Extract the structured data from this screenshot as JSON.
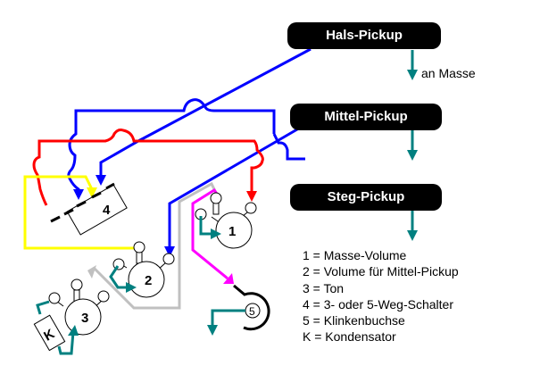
{
  "pickups": [
    {
      "id": "hals",
      "label": "Hals-Pickup"
    },
    {
      "id": "mittel",
      "label": "Mittel-Pickup"
    },
    {
      "id": "steg",
      "label": "Steg-Pickup"
    }
  ],
  "ground_note": "an Masse",
  "components": {
    "pot1": "1",
    "pot2": "2",
    "pot3": "3",
    "switch": "4",
    "jack": "5",
    "capacitor": "K"
  },
  "legend": [
    "1 = Masse-Volume",
    "2 = Volume für Mittel-Pickup",
    "3 = Ton",
    "4 = 3- oder 5-Weg-Schalter",
    "5 = Klinkenbuchse",
    "K = Kondensator"
  ],
  "wire_colors": {
    "blue": "#0000ff",
    "red": "#ff0000",
    "yellow": "#ffff00",
    "gray": "#c0c0c0",
    "magenta": "#ff00ff",
    "ground": "#008080",
    "black": "#000000"
  }
}
